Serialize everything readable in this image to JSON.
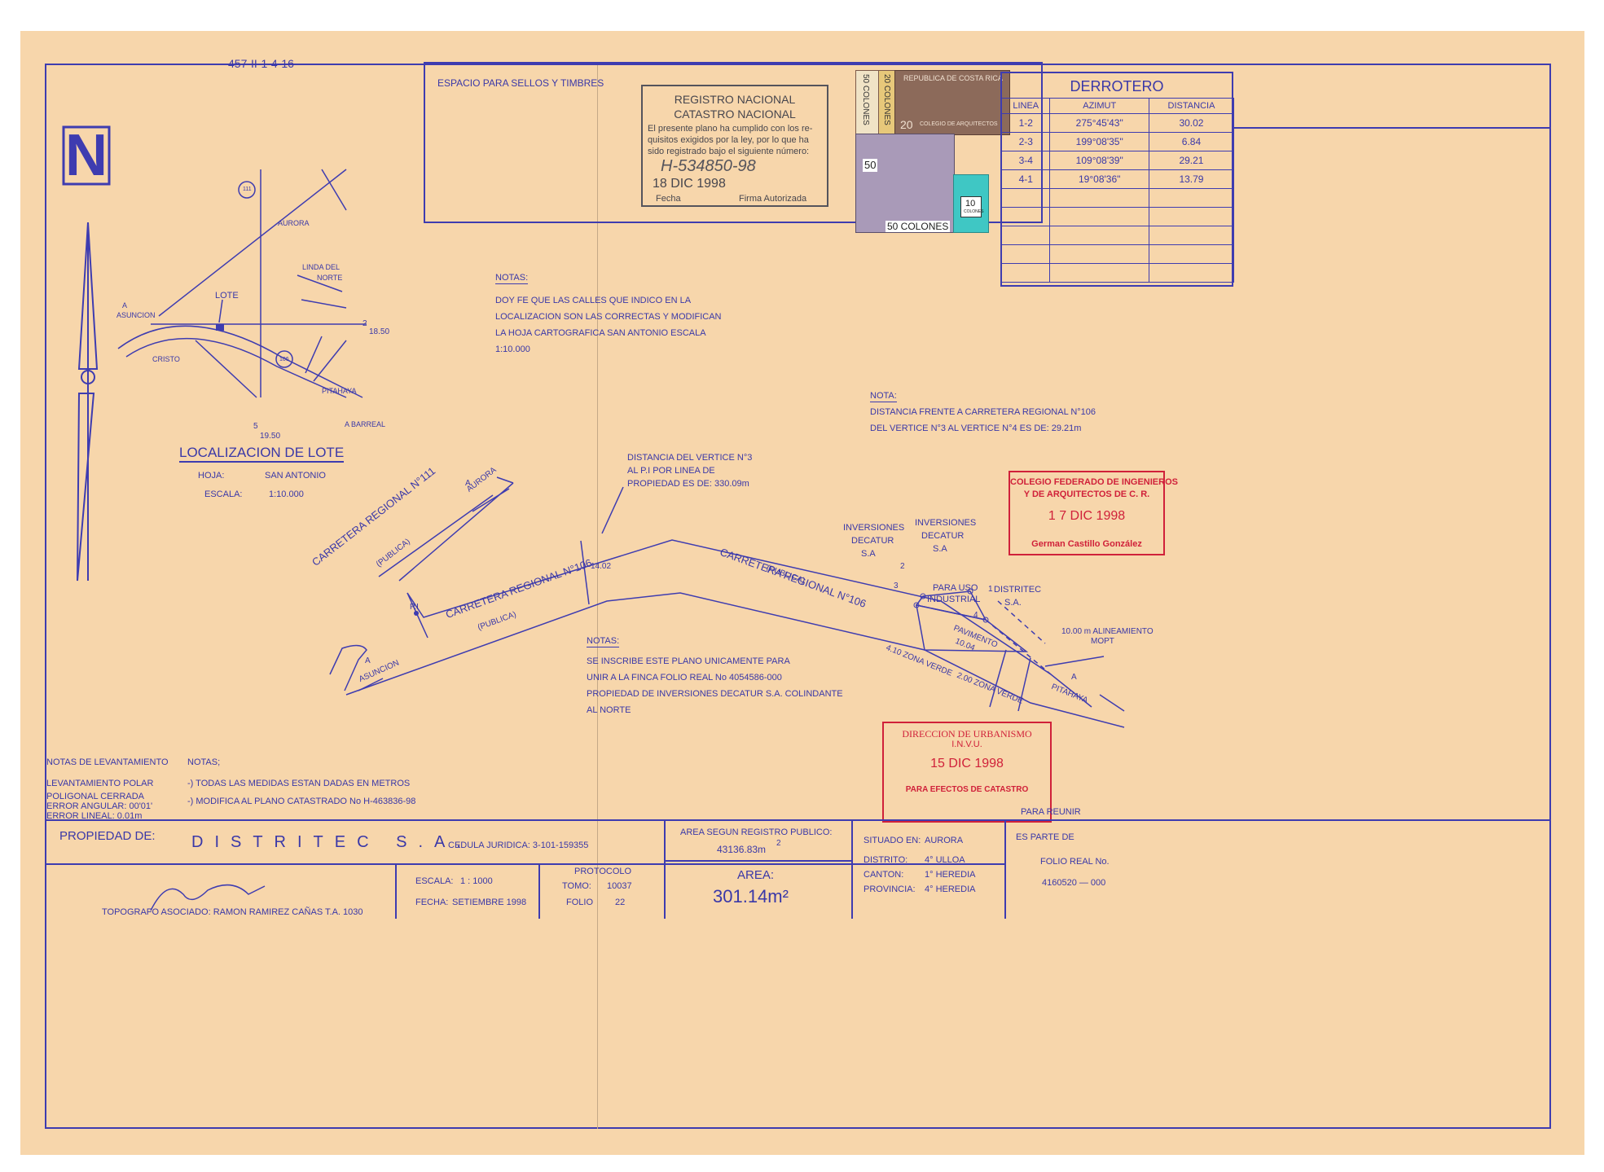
{
  "header": {
    "doc_number": "457-II-1-4-16"
  },
  "stamp_space": {
    "label": "ESPACIO PARA SELLOS Y TIMBRES"
  },
  "registro": {
    "title1": "REGISTRO  NACIONAL",
    "title2": "CATASTRO  NACIONAL",
    "body1": "El presente plano ha cumplido con los re-",
    "body2": "quisitos exigidos por la ley, por lo que ha",
    "body3": "sido registrado bajo el siguiente número:",
    "number": "H-534850-98",
    "date": "18 DIC 1998",
    "fecha_label": "Fecha",
    "firma_label": "Firma Autorizada"
  },
  "timbres": [
    {
      "text": "50 COLONES"
    },
    {
      "text": "20 COLONES"
    },
    {
      "text": "REPUBLICA DE COSTA RICA"
    },
    {
      "text": "COLEGIO DE ARQUITECTOS"
    },
    {
      "text": "20"
    },
    {
      "text": "50"
    },
    {
      "text": "50 COLONES"
    },
    {
      "text": "10"
    },
    {
      "text": "COLONES"
    }
  ],
  "derrotero": {
    "title": "DERROTERO",
    "headers": [
      "LINEA",
      "AZIMUT",
      "DISTANCIA"
    ],
    "rows": [
      [
        "1-2",
        "275°45'43\"",
        "30.02"
      ],
      [
        "2-3",
        "199°08'35\"",
        "6.84"
      ],
      [
        "3-4",
        "109°08'39\"",
        "29.21"
      ],
      [
        "4-1",
        "19°08'36\"",
        "13.79"
      ]
    ]
  },
  "location_map": {
    "title": "LOCALIZACION DE LOTE",
    "hoja_label": "HOJA:",
    "hoja_value": "SAN ANTONIO",
    "escala_label": "ESCALA:",
    "escala_value": "1:10.000",
    "labels": {
      "aurora": "AURORA",
      "linda": "LINDA DEL",
      "norte": "NORTE",
      "lote": "LOTE",
      "a": "A",
      "asuncion": "ASUNCION",
      "cristo": "CRISTO",
      "pitahaya": "PITAHAYA",
      "a_barreal": "A BARREAL",
      "route111": "111",
      "route106": "106",
      "n2": "2",
      "v1850": "18.50",
      "n5": "5",
      "v1950": "19.50"
    }
  },
  "notas1": {
    "title": "NOTAS:",
    "l1": "DOY FE QUE LAS CALLES QUE INDICO EN LA",
    "l2": "LOCALIZACION SON LAS CORRECTAS Y MODIFICAN",
    "l3": "LA HOJA CARTOGRAFICA SAN ANTONIO ESCALA",
    "l4": "1:10.000"
  },
  "nota2": {
    "title": "NOTA:",
    "l1": "DISTANCIA FRENTE A CARRETERA REGIONAL N°106",
    "l2": "DEL VERTICE N°3 AL VERTICE N°4 ES DE: 29.21m"
  },
  "colegio": {
    "l1": "COLEGIO FEDERADO DE INGENIEROS",
    "l2": "Y DE ARQUITECTOS DE C. R.",
    "date": "1 7 DIC 1998",
    "name": "German Castillo González"
  },
  "plan": {
    "distancia1": "DISTANCIA DEL VERTICE N°3",
    "distancia2": "AL P.I  POR LINEA DE",
    "distancia3": "PROPIEDAD   ES DE: 330.09m",
    "road111": "CARRETERA REGIONAL N°111",
    "publica": "(PUBLICA)",
    "road106a": "CARRETERA REGIONAL N°106",
    "road106b": "CARRETERA REGIONAL N°106",
    "a_aurora": "A",
    "aurora": "AURORA",
    "a_asuncion": "A",
    "asuncion": "ASUNCION",
    "pi": "P.I",
    "w1402": "14.02",
    "inv1a": "INVERSIONES",
    "inv1b": "DECATUR",
    "inv1c": "S.A",
    "inv2a": "INVERSIONES",
    "inv2b": "DECATUR",
    "inv2c": "S.A",
    "distritec": "DISTRITEC",
    "distritec_sa": "S.A.",
    "uso1": "PARA USO",
    "uso2": "INDUSTRIAL",
    "v1": "1",
    "v2": "2",
    "v3": "3",
    "v4": "4",
    "pavimento": "PAVIMENTO",
    "pav_value": "10.04",
    "alineamiento1": "10.00 m ALINEAMIENTO",
    "alineamiento2": "MOPT",
    "zona1": "4.10 ZONA VERDE",
    "zona2": "2.00 ZONA VERDE",
    "a_pit": "A",
    "pitahaya": "PITAHAYA"
  },
  "notas3": {
    "title": "NOTAS:",
    "l1": "SE INSCRIBE ESTE PLANO UNICAMENTE PARA",
    "l2": "UNIR A LA FINCA FOLIO REAL No 4054586-000",
    "l3": "PROPIEDAD DE INVERSIONES DECATUR S.A. COLINDANTE",
    "l4": "AL NORTE"
  },
  "urbanismo": {
    "l1": "DIRECCION DE URBANISMO",
    "l2": "I.N.V.U.",
    "date": "15 DIC 1998",
    "l3": "PARA EFECTOS DE CATASTRO"
  },
  "levantamiento": {
    "title": "NOTAS DE LEVANTAMIENTO",
    "l1": "LEVANTAMIENTO POLAR",
    "l2": "POLIGONAL CERRADA",
    "l3": "ERROR ANGULAR: 00'01'",
    "l4": "ERROR LINEAL: 0.01m"
  },
  "notas4": {
    "title": "NOTAS;",
    "l1": "-) TODAS LAS MEDIDAS ESTAN DADAS EN METROS",
    "l2": "-) MODIFICA AL PLANO CATASTRADO No  H-463836-98"
  },
  "title_block": {
    "propiedad_label": "PROPIEDAD DE:",
    "owner": "DISTRITEC  S.A.",
    "cedula": "CEDULA JURIDICA: 3-101-159355",
    "area_reg_label": "AREA SEGUN REGISTRO PUBLICO:",
    "area_reg_value": "43136.83m",
    "area_reg_sup": "2",
    "situado_label": "SITUADO EN:",
    "situado_value": "AURORA",
    "distrito_label": "DISTRITO:",
    "distrito_value": "4° ULLOA",
    "canton_label": "CANTON:",
    "canton_value": "1° HEREDIA",
    "provincia_label": "PROVINCIA:",
    "provincia_value": "4° HEREDIA",
    "para_reunir": "PARA REUNIR",
    "es_parte": "ES PARTE DE",
    "folio_label": "FOLIO REAL No.",
    "folio_value": "4160520 — 000",
    "topografo": "TOPOGRAFO ASOCIADO: RAMON RAMIREZ CAÑAS  T.A. 1030",
    "escala_label": "ESCALA:",
    "escala_value": "1 : 1000",
    "fecha_label": "FECHA:",
    "fecha_value": "SETIEMBRE 1998",
    "protocolo": "PROTOCOLO",
    "tomo_label": "TOMO:",
    "tomo_value": "10037",
    "folio2_label": "FOLIO",
    "folio2_value": "22",
    "area_label": "AREA:",
    "area_value": "301.14m²"
  },
  "colors": {
    "ink": "#3a38a8",
    "paper": "#f7d6ab",
    "stamp_red": "#d0213a"
  }
}
